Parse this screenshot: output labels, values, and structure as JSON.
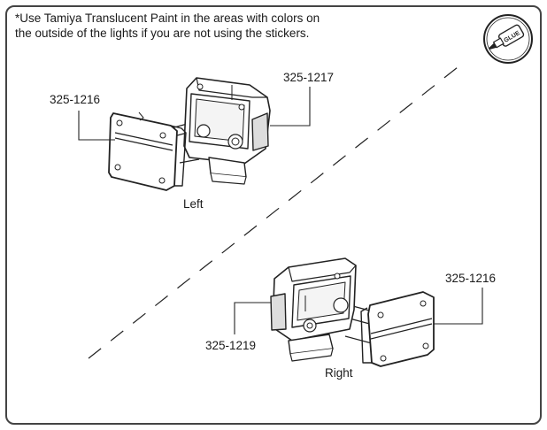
{
  "instructions": {
    "note_line1": "*Use Tamiya Translucent Paint in the areas with colors on",
    "note_line2": "the outside of the lights if you are not using the stickers.",
    "glue_label": "GLUE"
  },
  "left_assembly": {
    "caption": "Left",
    "lens_part": "325-1216",
    "housing_part": "325-1217"
  },
  "right_assembly": {
    "caption": "Right",
    "lens_part": "325-1216",
    "housing_part": "325-1219"
  },
  "icons": [
    "glue-icon"
  ]
}
